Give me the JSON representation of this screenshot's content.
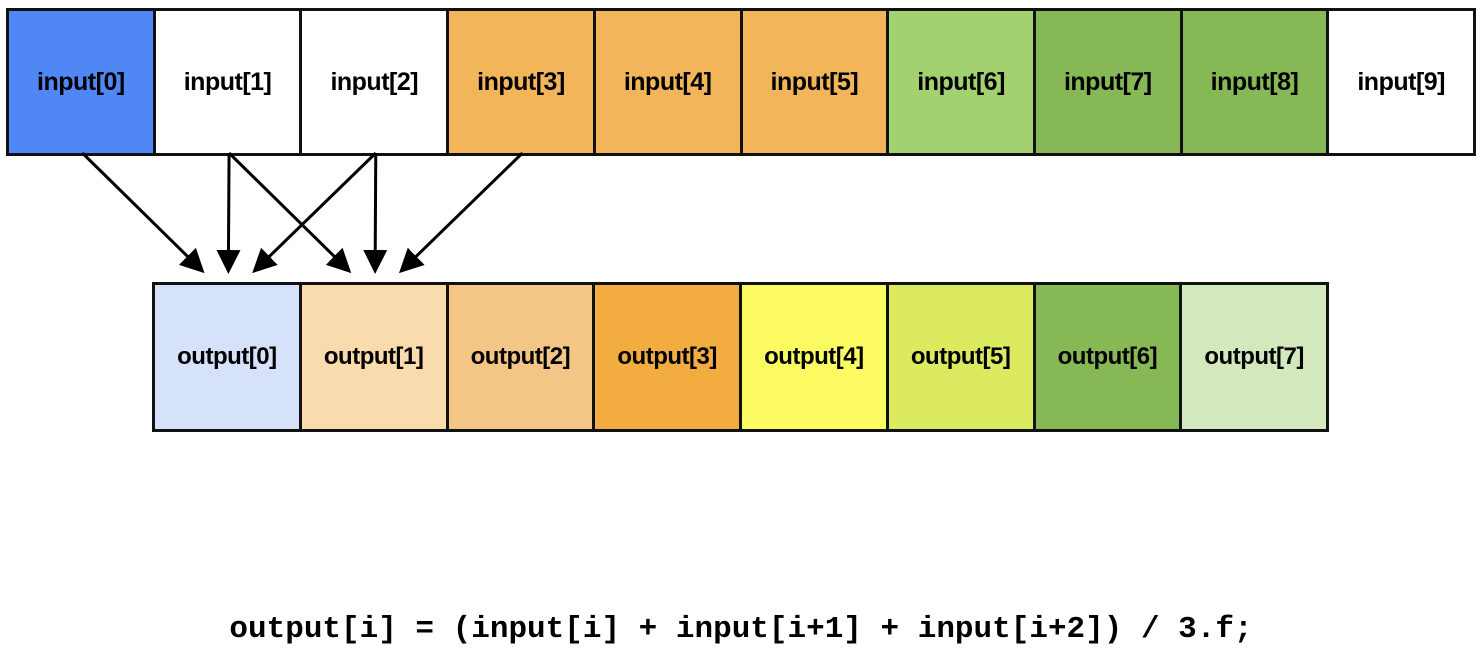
{
  "inputs": [
    {
      "label": "input[0]",
      "color": "#4f88f5"
    },
    {
      "label": "input[1]",
      "color": "#ffffff"
    },
    {
      "label": "input[2]",
      "color": "#ffffff"
    },
    {
      "label": "input[3]",
      "color": "#f2b55a"
    },
    {
      "label": "input[4]",
      "color": "#f2b55a"
    },
    {
      "label": "input[5]",
      "color": "#f2b55a"
    },
    {
      "label": "input[6]",
      "color": "#a4d16f"
    },
    {
      "label": "input[7]",
      "color": "#86b855"
    },
    {
      "label": "input[8]",
      "color": "#86b855"
    },
    {
      "label": "input[9]",
      "color": "#ffffff"
    }
  ],
  "outputs": [
    {
      "label": "output[0]",
      "color": "#d6e2fa"
    },
    {
      "label": "output[1]",
      "color": "#f9dbad"
    },
    {
      "label": "output[2]",
      "color": "#f4c685"
    },
    {
      "label": "output[3]",
      "color": "#f2ac3f"
    },
    {
      "label": "output[4]",
      "color": "#fcfc62"
    },
    {
      "label": "output[5]",
      "color": "#dcea5f"
    },
    {
      "label": "output[6]",
      "color": "#86b855"
    },
    {
      "label": "output[7]",
      "color": "#d3e8bd"
    }
  ],
  "connections": [
    {
      "from_input": 0,
      "to_output": 0
    },
    {
      "from_input": 1,
      "to_output": 0
    },
    {
      "from_input": 2,
      "to_output": 0
    },
    {
      "from_input": 1,
      "to_output": 1
    },
    {
      "from_input": 2,
      "to_output": 1
    },
    {
      "from_input": 3,
      "to_output": 1
    }
  ],
  "formula": "output[i] = (input[i] + input[i+1] + input[i+2]) / 3.f;"
}
